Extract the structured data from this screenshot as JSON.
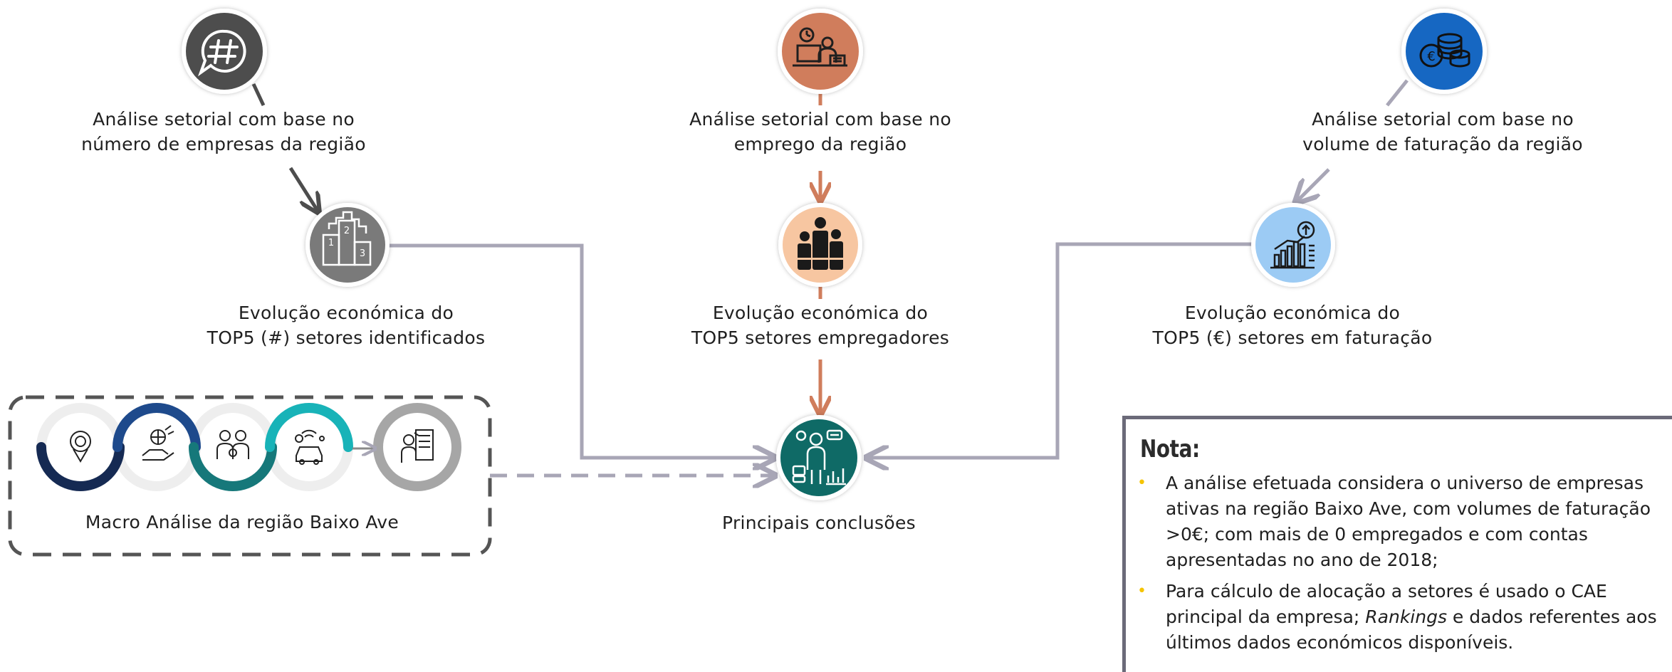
{
  "nodes": {
    "n1_top": {
      "label_line1": "Análise setorial com base no",
      "label_line2": "número de empresas da região",
      "icon": "hashtag-speech-icon",
      "color": "#4d4d4d"
    },
    "n2_top": {
      "label_line1": "Análise setorial com base no",
      "label_line2": "emprego da região",
      "icon": "employee-desk-icon",
      "color": "#d07d5c"
    },
    "n3_top": {
      "label_line1": "Análise setorial com base no",
      "label_line2": "volume de faturação da região",
      "icon": "euro-coins-icon",
      "color": "#1667c2"
    },
    "n1_mid": {
      "label_line1": "Evolução económica do",
      "label_line2": "TOP5 (#) setores identificados",
      "icon": "podium-ranking-icon",
      "color": "#7a7a7a"
    },
    "n2_mid": {
      "label_line1": "Evolução económica do",
      "label_line2": "TOP5 setores empregadores",
      "icon": "people-group-icon",
      "color": "#f7c6a1"
    },
    "n3_mid": {
      "label_line1": "Evolução económica do",
      "label_line2": "TOP5 (€) setores em faturação",
      "icon": "growth-chart-icon",
      "color": "#9ccbf4"
    },
    "center": {
      "label": "Principais conclusões",
      "icon": "analyst-presentation-icon",
      "color": "#0f6a66"
    }
  },
  "macro": {
    "label": "Macro Análise da região Baixo Ave",
    "icons": [
      "location-pin-icon",
      "global-trade-icon",
      "family-icon",
      "car-connected-icon",
      "analysis-report-icon"
    ],
    "colors": {
      "navy": "#152a53",
      "blue": "#1e4a8c",
      "teal": "#16787a",
      "cyan": "#18b3b8",
      "grey": "#a6a6a6",
      "light": "#eeeeee"
    }
  },
  "note": {
    "title": "Nota:",
    "bullet1": "A análise efetuada considera o universo de empresas ativas na região Baixo Ave, com volumes de faturação >0€; com mais de 0 empregados e com contas apresentadas no ano de 2018;",
    "bullet2_part1": "Para cálculo de alocação a setores é usado o CAE principal da empresa; ",
    "bullet2_italic": "Rankings",
    "bullet2_part2": " e dados referentes aos últimos dados económicos disponíveis."
  },
  "colors": {
    "connector_grey": "#a8a6b6",
    "connector_orange": "#d07d5c",
    "connector_dark": "#4d4d4d",
    "note_border": "#6b6a79",
    "bullet": "#f5c400"
  }
}
